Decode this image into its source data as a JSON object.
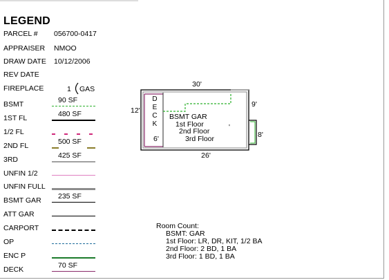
{
  "legend": {
    "title": "LEGEND",
    "parcel_label": "PARCEL #",
    "parcel_value": "056700-0417",
    "appraiser_label": "APPRAISER",
    "appraiser_value": "NMOO",
    "draw_date_label": "DRAW DATE",
    "draw_date_value": "10/12/2006",
    "rev_date_label": "REV DATE",
    "fireplace_label": "FIREPLACE",
    "fireplace_count": "1",
    "fireplace_type": "GAS",
    "items": [
      {
        "label": "BSMT",
        "sf": "90 SF",
        "color": "#2bb02b",
        "style": "dashed",
        "weight": 1
      },
      {
        "label": "1ST FL",
        "sf": "480 SF",
        "color": "#000000",
        "style": "solid",
        "weight": 2
      },
      {
        "label": "1/2 FL",
        "sf": "",
        "color": "#d0287a",
        "style": "dashed-wide",
        "weight": 2
      },
      {
        "label": "2ND FL",
        "sf": "500 SF",
        "color": "#8a7d2a",
        "style": "split",
        "weight": 2
      },
      {
        "label": "3RD",
        "sf": "425 SF",
        "color": "#a0a0a0",
        "style": "solid",
        "weight": 2
      },
      {
        "label": "UNFIN 1/2",
        "sf": "",
        "color": "#e07fc0",
        "style": "solid",
        "weight": 1
      },
      {
        "label": "UNFIN FULL",
        "sf": "",
        "color": "#8c8c8c",
        "style": "solid",
        "weight": 3
      },
      {
        "label": "BSMT GAR",
        "sf": "235 SF",
        "color": "#000000",
        "style": "solid",
        "weight": 1
      },
      {
        "label": "ATT GAR",
        "sf": "",
        "color": "#000000",
        "style": "solid",
        "weight": 1
      },
      {
        "label": "CARPORT",
        "sf": "",
        "color": "#000000",
        "style": "dashed",
        "weight": 2
      },
      {
        "label": "OP",
        "sf": "",
        "color": "#1a6a9a",
        "style": "dashed",
        "weight": 1
      },
      {
        "label": "ENC P",
        "sf": "",
        "color": "#1a7a2a",
        "style": "solid",
        "weight": 2
      },
      {
        "label": "DECK",
        "sf": "70 SF",
        "color": "#8a2a6a",
        "style": "solid",
        "weight": 1
      }
    ]
  },
  "sketch": {
    "dim_top": "30'",
    "dim_left": "12'",
    "dim_right": "9'",
    "dim_right_ext": "8'",
    "dim_bottom": "26'",
    "dim_deck_bottom": "6'",
    "deck_letters": [
      "D",
      "E",
      "C",
      "K"
    ],
    "labels": [
      "BSMT GAR",
      "1st Floor",
      "2nd Floor",
      "3rd Floor"
    ],
    "tick": "'"
  },
  "room_count": {
    "title": "Room Count:",
    "lines": [
      "BSMT: GAR",
      "1st Floor: LR, DR, KIT, 1/2 BA",
      "2nd Floor: 2 BD, 1 BA",
      "3rd Floor: 1 BD, 1 BA"
    ]
  }
}
